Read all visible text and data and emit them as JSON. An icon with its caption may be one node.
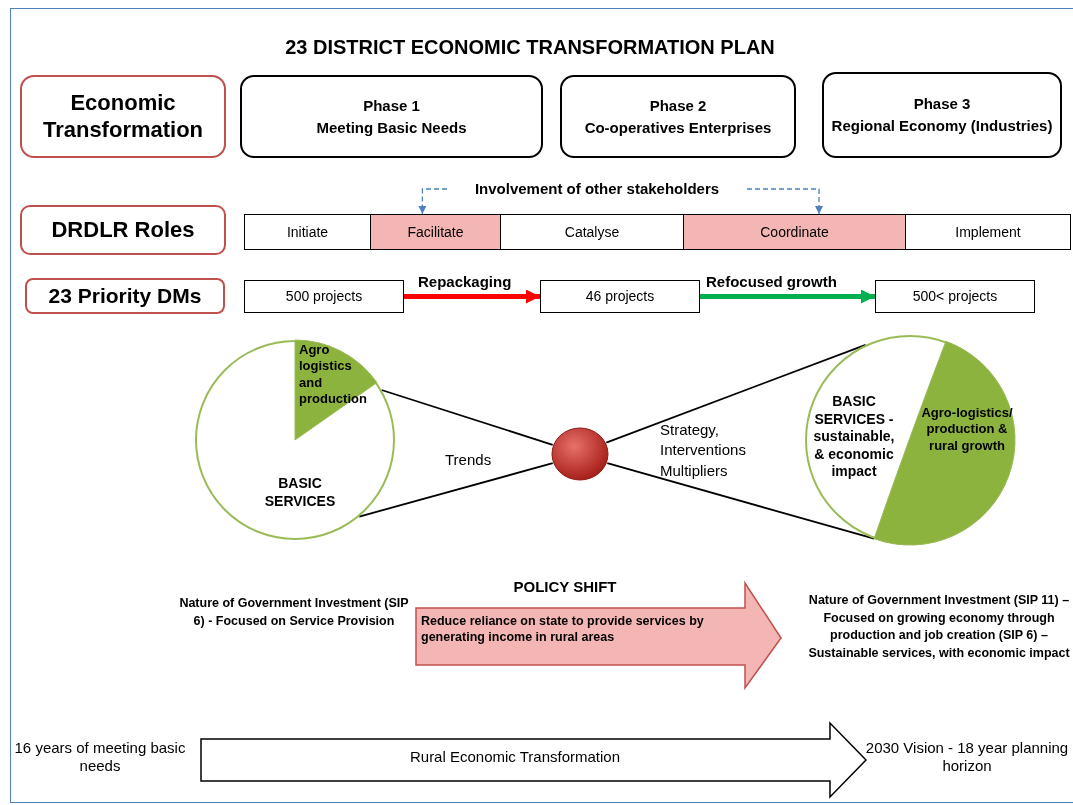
{
  "diagram": {
    "title": "23 DISTRICT ECONOMIC TRANSFORMATION PLAN",
    "nodes": [
      {
        "text": [
          "Economic Transformation"
        ]
      },
      {
        "text": [
          "Phase 1",
          "Meeting Basic Needs"
        ]
      },
      {
        "text": [
          "Phase 2",
          "Co-operatives Enterprises"
        ]
      },
      {
        "text": [
          "Phase 3",
          "Regional Economy (Industries)"
        ]
      },
      {
        "text": [
          "DRDLR Roles"
        ]
      },
      {
        "text": [
          "Initiate"
        ]
      },
      {
        "text": [
          "Facilitate"
        ]
      },
      {
        "text": [
          "Catalyse"
        ]
      },
      {
        "text": [
          "Coordinate"
        ]
      },
      {
        "text": [
          "Implement"
        ]
      },
      {
        "text": [
          "Involvement of other stakeholders"
        ]
      },
      {
        "text": [
          "23 Priority DMs"
        ]
      },
      {
        "text": [
          "500 projects"
        ]
      },
      {
        "text": [
          "46 projects"
        ]
      },
      {
        "text": [
          "500< projects"
        ]
      },
      {
        "text": [
          "BASIC SERVICES"
        ]
      },
      {
        "text": [
          "Agro logistics and production"
        ],
        "in": 15
      },
      {
        "text": [],
        "shape": "circle"
      },
      {
        "text": [
          "BASIC SERVICES - sustainable, & economic impact"
        ]
      },
      {
        "text": [
          "Agro-logistics/ production & rural growth"
        ],
        "in": 18
      },
      {
        "text": [
          "POLICY SHIFT",
          "Reduce reliance on state to provide services by generating income in rural areas"
        ]
      },
      {
        "text": [
          "16 years of meeting basic needs"
        ]
      },
      {
        "text": [
          "Rural Economic Transformation"
        ]
      },
      {
        "text": [
          "2030 Vision - 18 year planning horizon"
        ]
      }
    ],
    "edges": [
      {
        "from": 10,
        "to": 6,
        "arrow": "to",
        "style": "dashed",
        "color": "#4f81bd"
      },
      {
        "from": 10,
        "to": 8,
        "arrow": "to",
        "style": "dashed",
        "color": "#4f81bd"
      },
      {
        "from": 12,
        "to": 13,
        "arrow": "to",
        "label": "Repackaging",
        "style": "thick",
        "color": "#ff0000"
      },
      {
        "from": 13,
        "to": 14,
        "arrow": "to",
        "label": "Refocused growth",
        "style": "thick",
        "color": "#00b050"
      },
      {
        "from": 15,
        "to": 17,
        "arrow": "none"
      },
      {
        "from": 15,
        "to": 17,
        "arrow": "none"
      },
      {
        "from": 17,
        "to": 18,
        "arrow": "none"
      },
      {
        "from": 17,
        "to": 18,
        "arrow": "none"
      }
    ],
    "labels": [
      "Trends",
      "Strategy, Interventions Multipliers",
      "Nature of Government Investment (SIP 6) - Focused on Service Provision",
      "Nature of Government Investment (SIP 11) – Focused on growing economy through production and job creation (SIP 6) – Sustainable services, with economic impact"
    ]
  }
}
